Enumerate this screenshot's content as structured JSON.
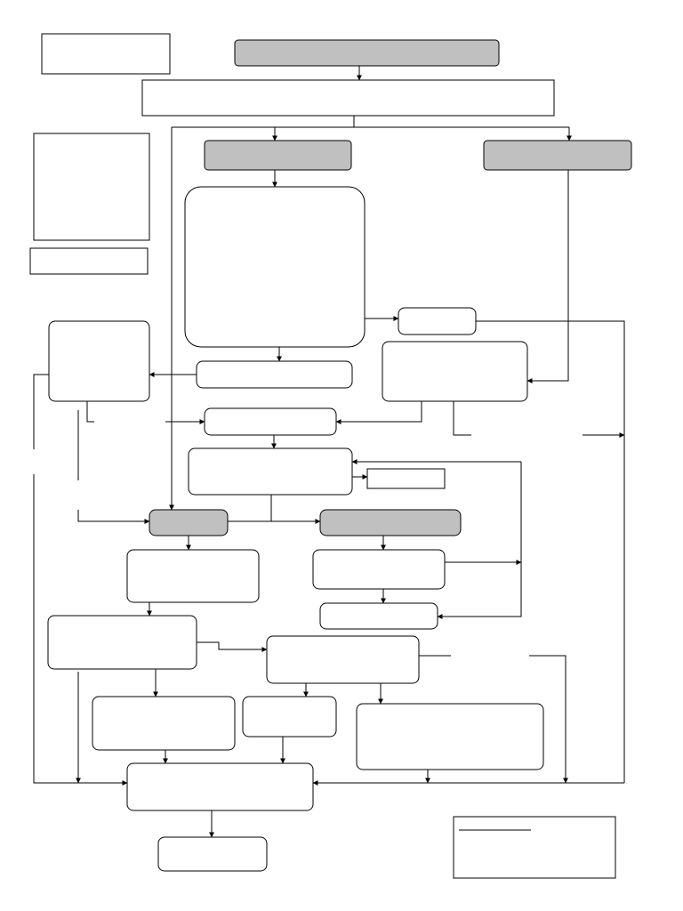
{
  "colors": {
    "background": "#ffffff",
    "stroke": "#000000",
    "header_fill": "#c0c0c0",
    "box_fill": "#ffffff"
  },
  "nodes": [
    {
      "id": "n01",
      "label": "",
      "shape": "rect",
      "fill": "box"
    },
    {
      "id": "n02",
      "label": "",
      "shape": "rect",
      "fill": "header"
    },
    {
      "id": "n03",
      "label": "",
      "shape": "rect",
      "fill": "box"
    },
    {
      "id": "n04",
      "label": "",
      "shape": "rect",
      "fill": "box"
    },
    {
      "id": "n05",
      "label": "",
      "shape": "rect",
      "fill": "box"
    },
    {
      "id": "n06",
      "label": "",
      "shape": "rect",
      "fill": "header"
    },
    {
      "id": "n07",
      "label": "",
      "shape": "rect",
      "fill": "header"
    },
    {
      "id": "n08",
      "label": "",
      "shape": "rounded",
      "fill": "box"
    },
    {
      "id": "n09",
      "label": "",
      "shape": "rounded",
      "fill": "box"
    },
    {
      "id": "n10",
      "label": "",
      "shape": "rounded",
      "fill": "box"
    },
    {
      "id": "n11",
      "label": "",
      "shape": "rounded",
      "fill": "box"
    },
    {
      "id": "n12",
      "label": "",
      "shape": "rounded",
      "fill": "box"
    },
    {
      "id": "n13",
      "label": "",
      "shape": "rounded",
      "fill": "box"
    },
    {
      "id": "n14",
      "label": "",
      "shape": "rounded",
      "fill": "box"
    },
    {
      "id": "n15",
      "label": "",
      "shape": "rect",
      "fill": "box"
    },
    {
      "id": "n16",
      "label": "",
      "shape": "rounded",
      "fill": "header"
    },
    {
      "id": "n17",
      "label": "",
      "shape": "rounded",
      "fill": "header"
    },
    {
      "id": "n18",
      "label": "",
      "shape": "rounded",
      "fill": "box"
    },
    {
      "id": "n19",
      "label": "",
      "shape": "rounded",
      "fill": "box"
    },
    {
      "id": "n20",
      "label": "",
      "shape": "rounded",
      "fill": "box"
    },
    {
      "id": "n21",
      "label": "",
      "shape": "rounded",
      "fill": "box"
    },
    {
      "id": "n22",
      "label": "",
      "shape": "rounded",
      "fill": "box"
    },
    {
      "id": "n23",
      "label": "",
      "shape": "rounded",
      "fill": "box"
    },
    {
      "id": "n24",
      "label": "",
      "shape": "rounded",
      "fill": "box"
    },
    {
      "id": "n25",
      "label": "",
      "shape": "rounded",
      "fill": "box"
    },
    {
      "id": "n26",
      "label": "",
      "shape": "rounded",
      "fill": "box"
    },
    {
      "id": "n27",
      "label": "",
      "shape": "rounded",
      "fill": "box"
    },
    {
      "id": "n28",
      "label": "",
      "shape": "rect",
      "fill": "box"
    }
  ]
}
